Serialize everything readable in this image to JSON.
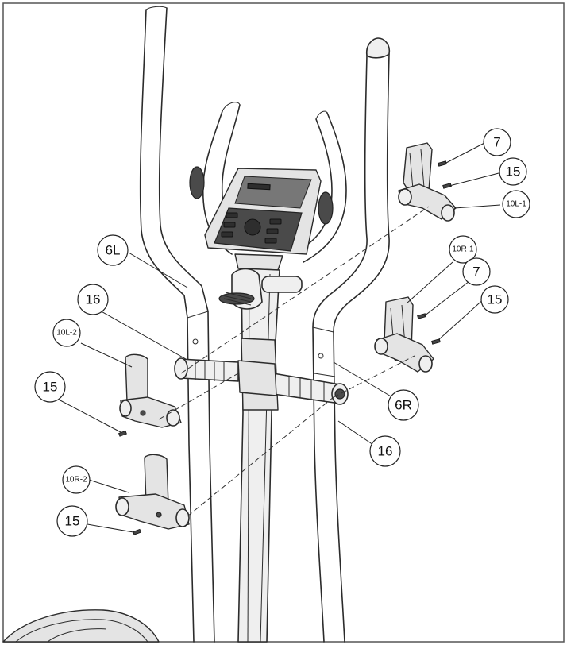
{
  "callouts": [
    {
      "id": "c1",
      "label": "7"
    },
    {
      "id": "c2",
      "label": "15"
    },
    {
      "id": "c3",
      "label": "10L-1"
    },
    {
      "id": "c4",
      "label": "6L"
    },
    {
      "id": "c5",
      "label": "10R-1"
    },
    {
      "id": "c6",
      "label": "7"
    },
    {
      "id": "c7",
      "label": "15"
    },
    {
      "id": "c8",
      "label": "16"
    },
    {
      "id": "c9",
      "label": "10L-2"
    },
    {
      "id": "c10",
      "label": "15"
    },
    {
      "id": "c11",
      "label": "6R"
    },
    {
      "id": "c12",
      "label": "16"
    },
    {
      "id": "c13",
      "label": "10R-2"
    },
    {
      "id": "c14",
      "label": "15"
    }
  ]
}
